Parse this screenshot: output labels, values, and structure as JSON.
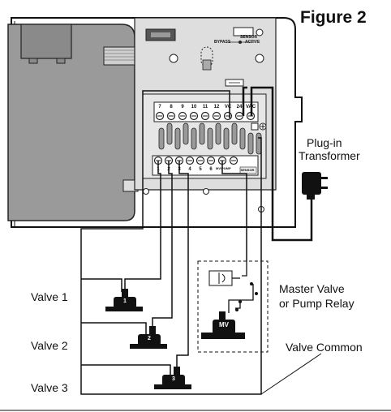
{
  "figure": {
    "title": "Figure 2"
  },
  "labels": {
    "transformer": [
      "Plug-in",
      "Transformer"
    ],
    "master_valve": [
      "Master Valve",
      "or Pump Relay"
    ],
    "valve_common": "Valve Common",
    "valves": [
      "Valve 1",
      "Valve 2",
      "Valve 3"
    ],
    "mv_tag": "MV"
  },
  "controller": {
    "sensor_label": "SENSOR",
    "bypass_label": "BYPASS",
    "active_label": "ACTIVE",
    "top_terminals": [
      "7",
      "8",
      "9",
      "10",
      "11",
      "12",
      "VC",
      "24",
      "VAC"
    ],
    "bottom_terminals": [
      "1",
      "2",
      "3",
      "4",
      "5",
      "6",
      "MV/PUMP",
      "SENSOR"
    ]
  },
  "valve_numbers": [
    "1",
    "2",
    "3"
  ]
}
